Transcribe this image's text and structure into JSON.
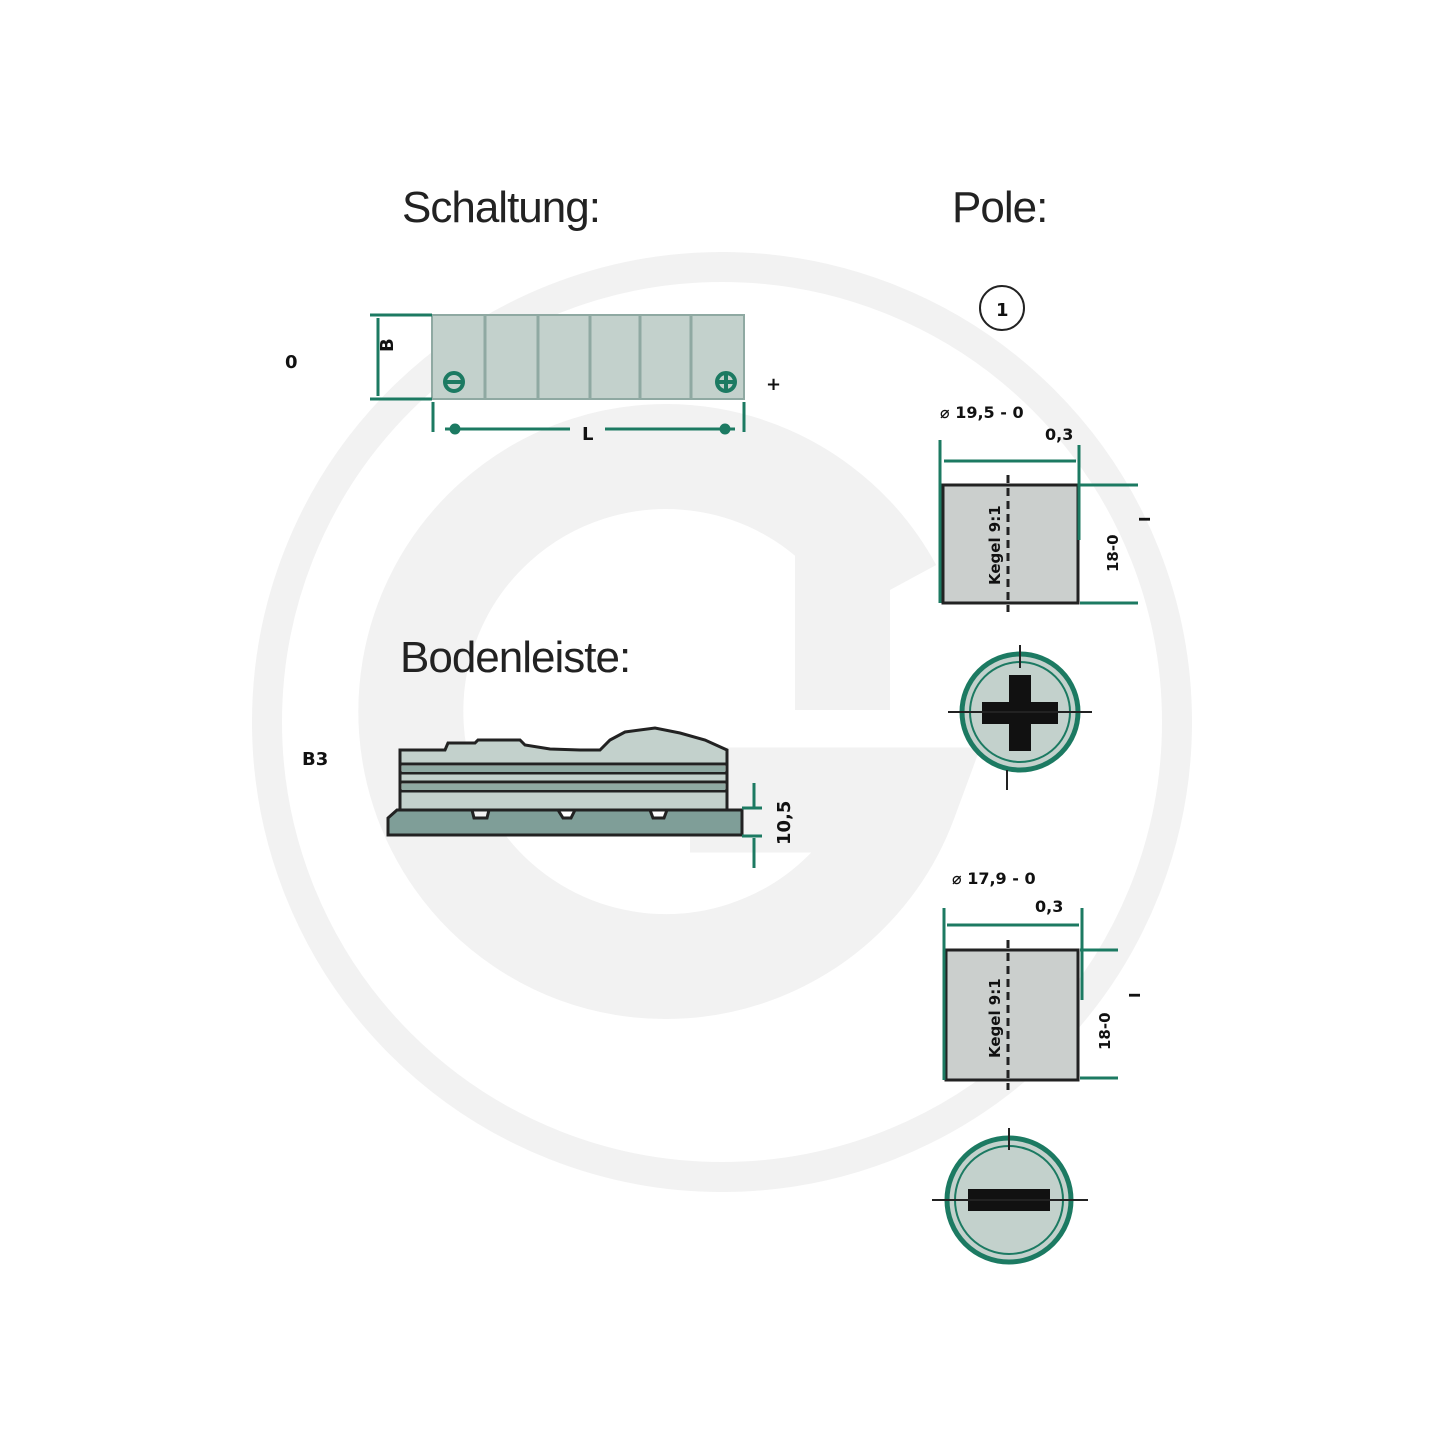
{
  "headings": {
    "schaltung": "Schaltung:",
    "pole": "Pole:",
    "bodenleiste": "Bodenleiste:"
  },
  "schaltung": {
    "left_label": "0",
    "height_label": "B",
    "length_label": "L",
    "plus_label": "+",
    "cells": 6
  },
  "pole": {
    "type_number": "1",
    "pole1": {
      "diameter": "⌀ 19,5 - 0",
      "tolerance": "0,3",
      "taper": "Kegel 9:1",
      "height": "18-0",
      "side": "I",
      "symbol": "plus"
    },
    "pole2": {
      "diameter": "⌀ 17,9 - 0",
      "tolerance": "0,3",
      "taper": "Kegel 9:1",
      "height": "18-0",
      "side": "I",
      "symbol": "minus"
    }
  },
  "bodenleiste": {
    "code": "B3",
    "height": "10,5"
  },
  "colors": {
    "green": "#1c7a62",
    "cell_fill": "#c3d1cc",
    "base_fill": "#7f9e98",
    "pole_fill": "#cbcfcd",
    "watermark": "#f2f2f2"
  }
}
